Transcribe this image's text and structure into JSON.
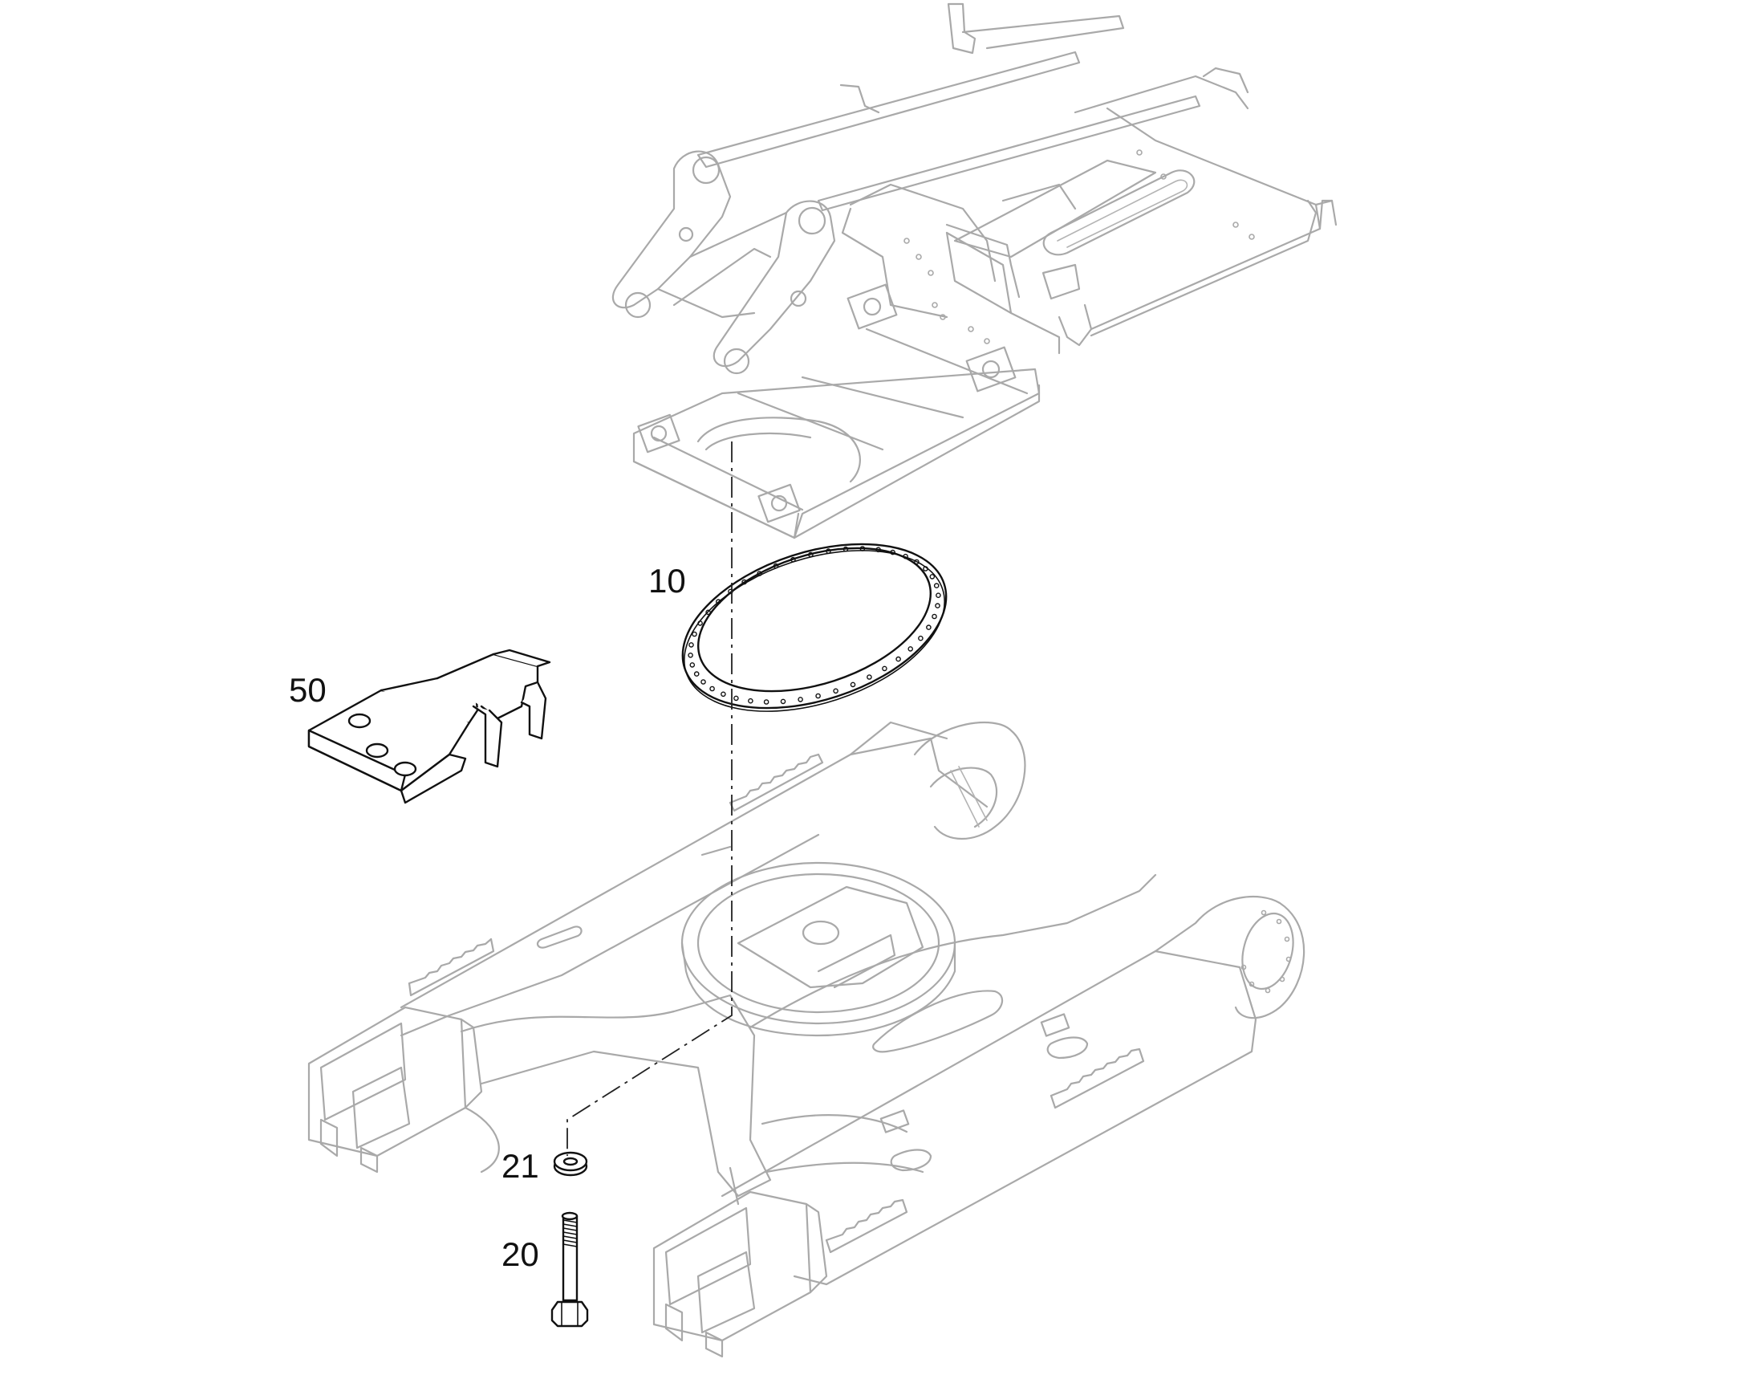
{
  "diagram": {
    "components": [
      {
        "id": "upper-frame",
        "kind": "ghosted-assembly",
        "icon": "upper-frame-drawing"
      },
      {
        "id": "undercarriage",
        "kind": "ghosted-assembly",
        "icon": "track-frame-drawing"
      },
      {
        "id": "slewing-ring",
        "kind": "part",
        "callout": "10",
        "icon": "ring-bearing-drawing"
      },
      {
        "id": "bolt",
        "kind": "part",
        "callout": "20",
        "icon": "hex-bolt-drawing"
      },
      {
        "id": "washer",
        "kind": "part",
        "callout": "21",
        "icon": "washer-drawing"
      },
      {
        "id": "bracket",
        "kind": "part",
        "callout": "50",
        "icon": "bracket-plate-drawing"
      }
    ],
    "callouts": {
      "ring": "10",
      "bolt": "20",
      "washer": "21",
      "bracket": "50"
    },
    "colors": {
      "background": "#ffffff",
      "part_line": "#111111",
      "ghost_line": "#a9a9a9",
      "centerline": "#222222"
    }
  }
}
